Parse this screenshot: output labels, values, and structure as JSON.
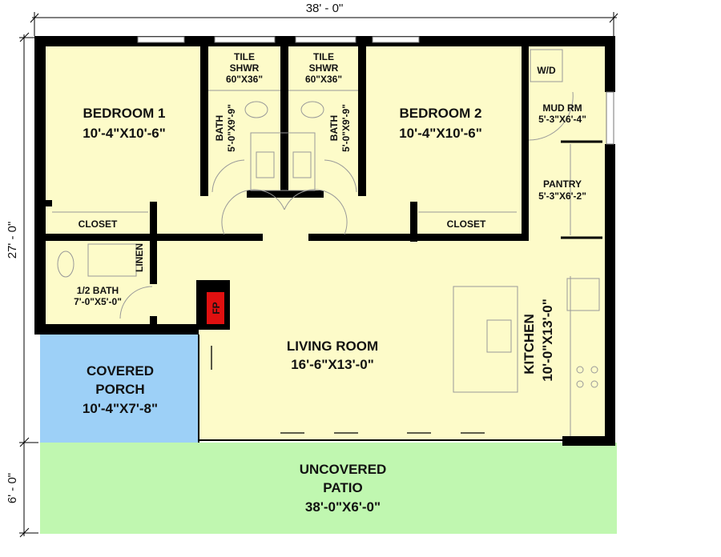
{
  "dimensions": {
    "overall_width": "38' - 0\"",
    "house_depth": "27' - 0\"",
    "patio_depth": "6' - 0\""
  },
  "colors": {
    "interior": "#fdfbc9",
    "porch": "#9dd0f7",
    "patio": "#c0f7b0",
    "fireplace": "#e01010",
    "wall": "#000000"
  },
  "rooms": {
    "bedroom1": {
      "name": "BEDROOM 1",
      "size": "10'-4\"X10'-6\""
    },
    "bedroom2": {
      "name": "BEDROOM 2",
      "size": "10'-4\"X10'-6\""
    },
    "shower1": {
      "line1": "TILE",
      "line2": "SHWR",
      "size": "60\"X36\""
    },
    "shower2": {
      "line1": "TILE",
      "line2": "SHWR",
      "size": "60\"X36\""
    },
    "bath1": {
      "name": "BATH",
      "size": "5'-0\"X9'-9\""
    },
    "bath2": {
      "name": "BATH",
      "size": "5'-0\"X9'-9\""
    },
    "closet1": {
      "name": "CLOSET"
    },
    "closet2": {
      "name": "CLOSET"
    },
    "linen": {
      "name": "LINEN"
    },
    "half_bath": {
      "name": "1/2 BATH",
      "size": "7'-0\"X5'-0\""
    },
    "fireplace": {
      "name": "FP"
    },
    "wd": {
      "name": "W/D"
    },
    "mud_room": {
      "name": "MUD RM",
      "size": "5'-3\"X6'-4\""
    },
    "pantry": {
      "name": "PANTRY",
      "size": "5'-3\"X6'-2\""
    },
    "living_room": {
      "name": "LIVING ROOM",
      "size": "16'-6\"X13'-0\""
    },
    "kitchen": {
      "name": "KITCHEN",
      "size": "10'-0\"X13'-0\""
    },
    "covered_porch": {
      "line1": "COVERED",
      "line2": "PORCH",
      "size": "10'-4\"X7'-8\""
    },
    "patio": {
      "line1": "UNCOVERED",
      "line2": "PATIO",
      "size": "38'-0\"X6'-0\""
    }
  }
}
